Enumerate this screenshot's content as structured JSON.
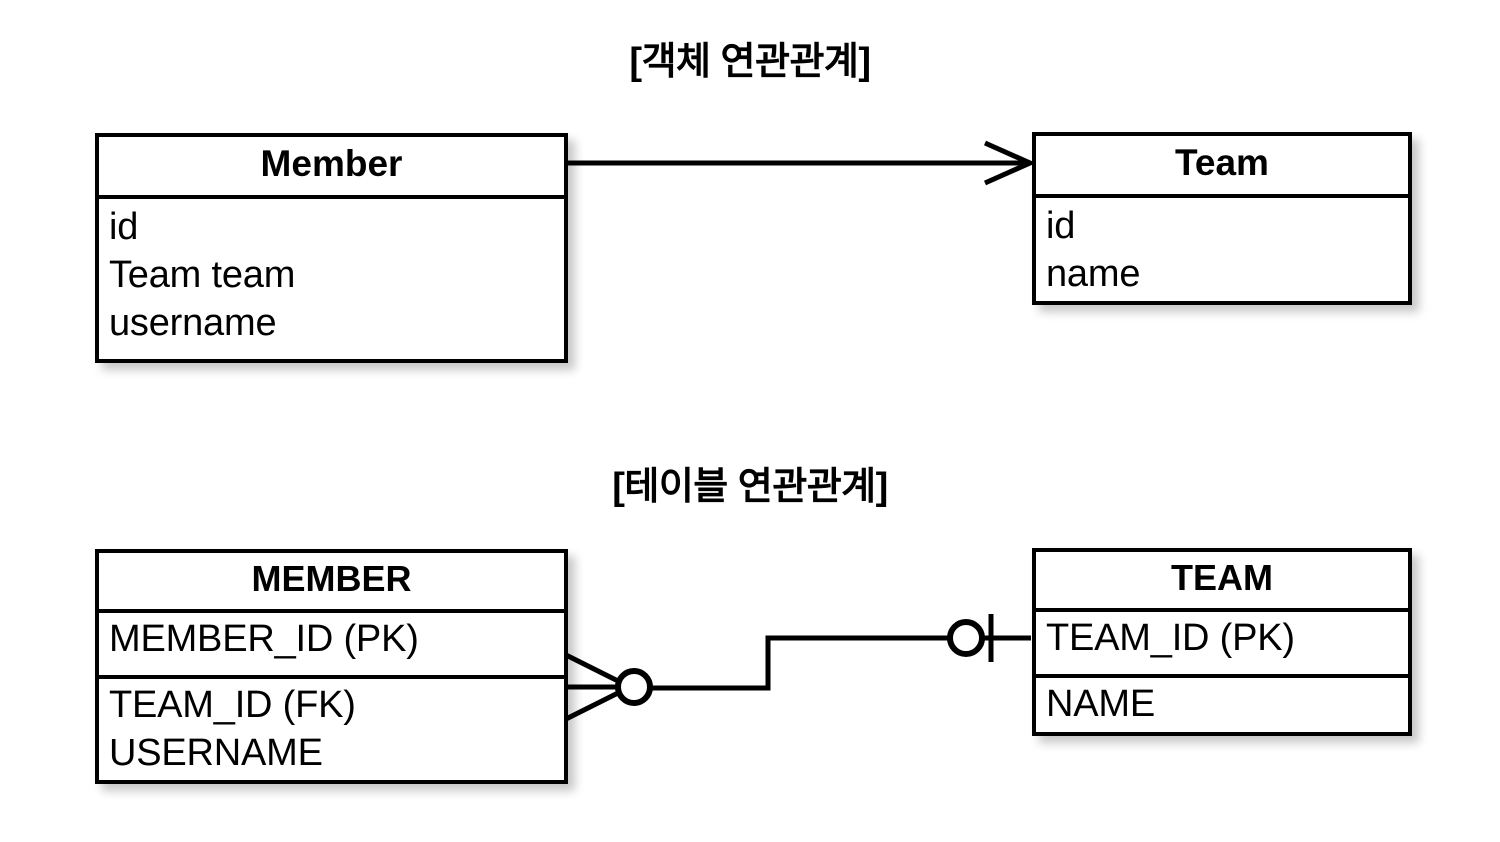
{
  "diagram": {
    "background_color": "#ffffff",
    "line_color": "#000000",
    "sections": [
      {
        "id": "object-association",
        "title": "[객체 연관관계]",
        "relationship": {
          "notation": "uml-directed-association",
          "arrow": "open-arrowhead",
          "from": "Member",
          "to": "Team"
        },
        "entities": [
          {
            "name": "Member",
            "attributes": [
              "id",
              "Team team",
              "username"
            ]
          },
          {
            "name": "Team",
            "attributes": [
              "id",
              "name"
            ]
          }
        ]
      },
      {
        "id": "table-association",
        "title": "[테이블 연관관계]",
        "relationship": {
          "notation": "crows-foot",
          "left_end": "zero-or-many",
          "right_end": "zero-or-one",
          "from": "MEMBER",
          "to": "TEAM"
        },
        "entities": [
          {
            "name": "MEMBER",
            "key_attributes": [
              "MEMBER_ID (PK)"
            ],
            "attributes": [
              "TEAM_ID (FK)",
              "USERNAME"
            ]
          },
          {
            "name": "TEAM",
            "key_attributes": [
              "TEAM_ID (PK)"
            ],
            "attributes": [
              "NAME"
            ]
          }
        ]
      }
    ]
  }
}
